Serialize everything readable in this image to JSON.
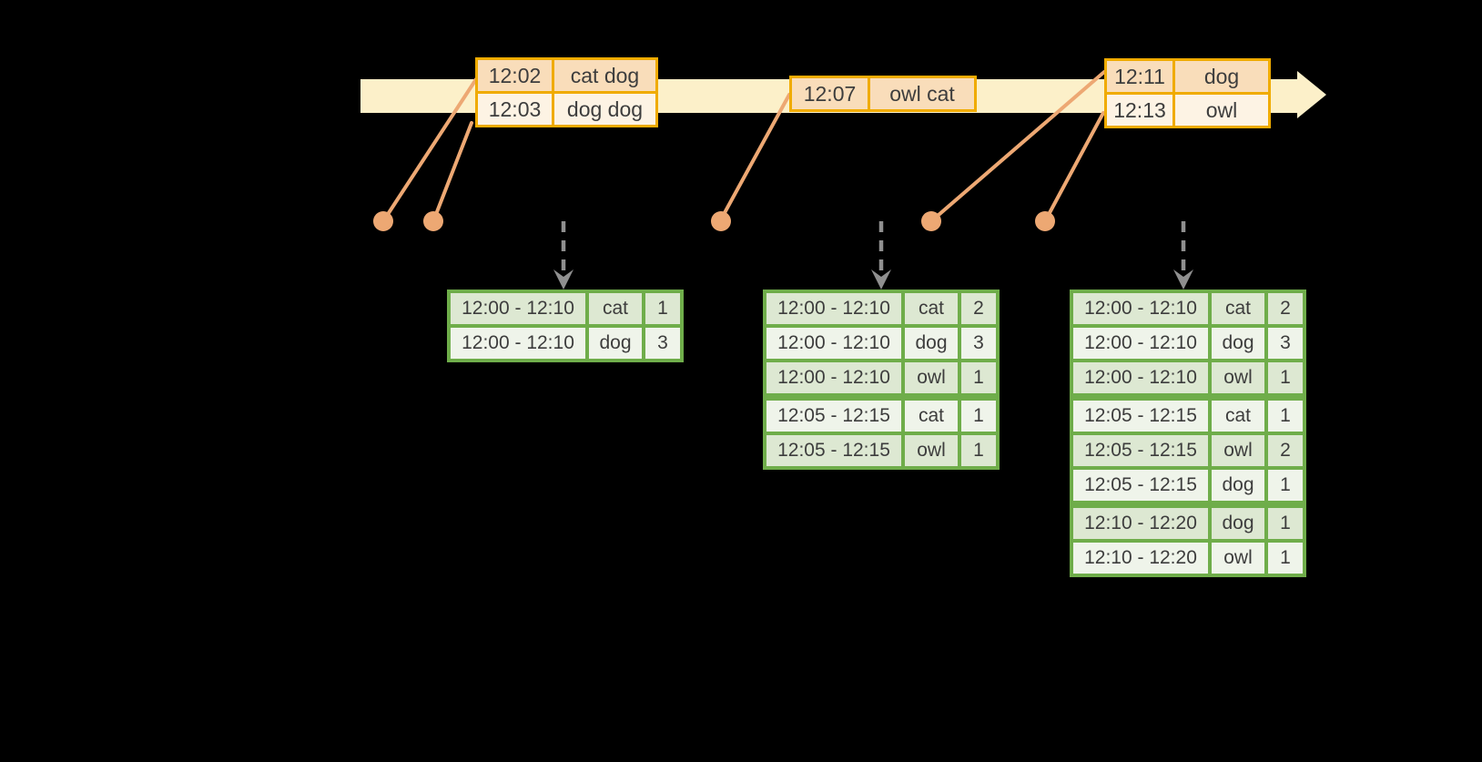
{
  "diagram": {
    "kind": "windowed-grouped-aggregation-timeline",
    "colors": {
      "background": "#000000",
      "timeline_band": "#fcf0c9",
      "event_table_border": "#f0ab00",
      "event_row_peach": "#f9ddba",
      "event_row_cream": "#fdf3e4",
      "connector": "#eda873",
      "trigger_arrow": "#8f8f8f",
      "result_table_border": "#6fad4a",
      "result_row_green": "#dde8d2",
      "result_row_white": "#eff4ea",
      "table_text": "#3d3d3d"
    },
    "event_tables": [
      {
        "rows": [
          {
            "time": "12:02",
            "words": "cat dog"
          },
          {
            "time": "12:03",
            "words": "dog dog"
          }
        ]
      },
      {
        "rows": [
          {
            "time": "12:07",
            "words": "owl cat"
          }
        ]
      },
      {
        "rows": [
          {
            "time": "12:11",
            "words": "dog"
          },
          {
            "time": "12:13",
            "words": "owl"
          }
        ]
      }
    ],
    "result_tables": [
      {
        "rows": [
          {
            "window": "12:00 - 12:10",
            "word": "cat",
            "count": "1"
          },
          {
            "window": "12:00 - 12:10",
            "word": "dog",
            "count": "3"
          }
        ]
      },
      {
        "rows": [
          {
            "window": "12:00 - 12:10",
            "word": "cat",
            "count": "2"
          },
          {
            "window": "12:00 - 12:10",
            "word": "dog",
            "count": "3"
          },
          {
            "window": "12:00 - 12:10",
            "word": "owl",
            "count": "1"
          },
          {
            "window": "12:05 - 12:15",
            "word": "cat",
            "count": "1"
          },
          {
            "window": "12:05 - 12:15",
            "word": "owl",
            "count": "1"
          }
        ]
      },
      {
        "rows": [
          {
            "window": "12:00 - 12:10",
            "word": "cat",
            "count": "2"
          },
          {
            "window": "12:00 - 12:10",
            "word": "dog",
            "count": "3"
          },
          {
            "window": "12:00 - 12:10",
            "word": "owl",
            "count": "1"
          },
          {
            "window": "12:05 - 12:15",
            "word": "cat",
            "count": "1"
          },
          {
            "window": "12:05 - 12:15",
            "word": "owl",
            "count": "2"
          },
          {
            "window": "12:05 - 12:15",
            "word": "dog",
            "count": "1"
          },
          {
            "window": "12:10 - 12:20",
            "word": "dog",
            "count": "1"
          },
          {
            "window": "12:10 - 12:20",
            "word": "owl",
            "count": "1"
          }
        ]
      }
    ]
  }
}
